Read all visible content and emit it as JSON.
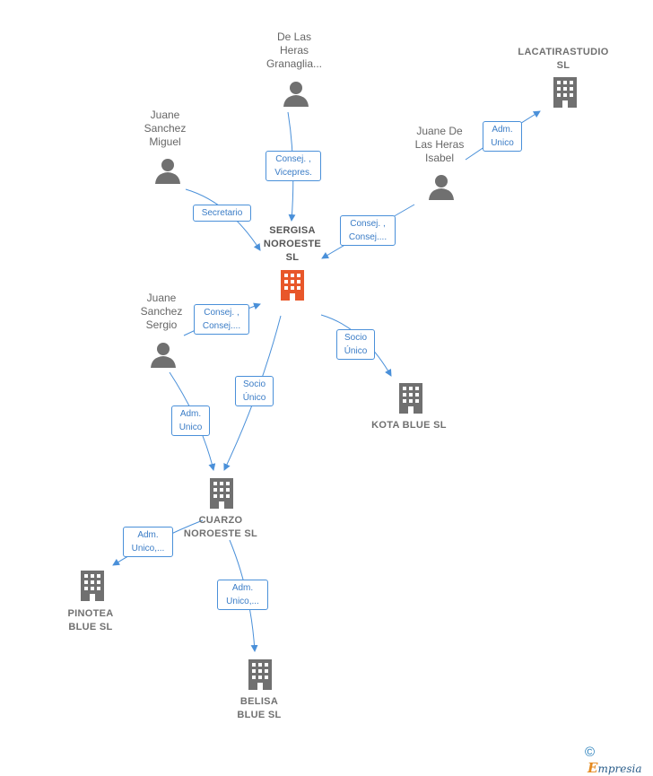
{
  "nodes": {
    "de_las_heras": {
      "label": "De Las\nHeras\nGranaglia..."
    },
    "lacatirastudio": {
      "label": "LACATIRASTUDIO\nSL"
    },
    "juane_miguel": {
      "label": "Juane\nSanchez\nMiguel"
    },
    "juane_isabel": {
      "label": "Juane De\nLas Heras\nIsabel"
    },
    "sergisa": {
      "label": "SERGISA\nNOROESTE\nSL"
    },
    "juane_sergio": {
      "label": "Juane\nSanchez\nSergio"
    },
    "kota": {
      "label": "KOTA BLUE SL"
    },
    "cuarzo": {
      "label": "CUARZO\nNOROESTE  SL"
    },
    "pinotea": {
      "label": "PINOTEA\nBLUE  SL"
    },
    "belisa": {
      "label": "BELISA\nBLUE  SL"
    }
  },
  "edges": {
    "heras_sergisa": "Consej. ,\nVicepres.",
    "isabel_lacatira": "Adm.\nUnico",
    "miguel_sergisa": "Secretario",
    "isabel_sergisa": "Consej. ,\nConsej....",
    "sergio_sergisa": "Consej. ,\nConsej....",
    "sergisa_kota": "Socio\nÚnico",
    "sergisa_cuarzo": "Socio\nÚnico",
    "sergio_cuarzo": "Adm.\nUnico",
    "cuarzo_pinotea": "Adm.\nUnico,...",
    "cuarzo_belisa": "Adm.\nUnico,..."
  },
  "colors": {
    "edge": "#4a90d9",
    "person_icon": "#707070",
    "company_icon": "#707070",
    "main_company_icon": "#e8572a"
  },
  "brand": {
    "copyright": "©",
    "initial": "E",
    "name": "mpresia"
  }
}
